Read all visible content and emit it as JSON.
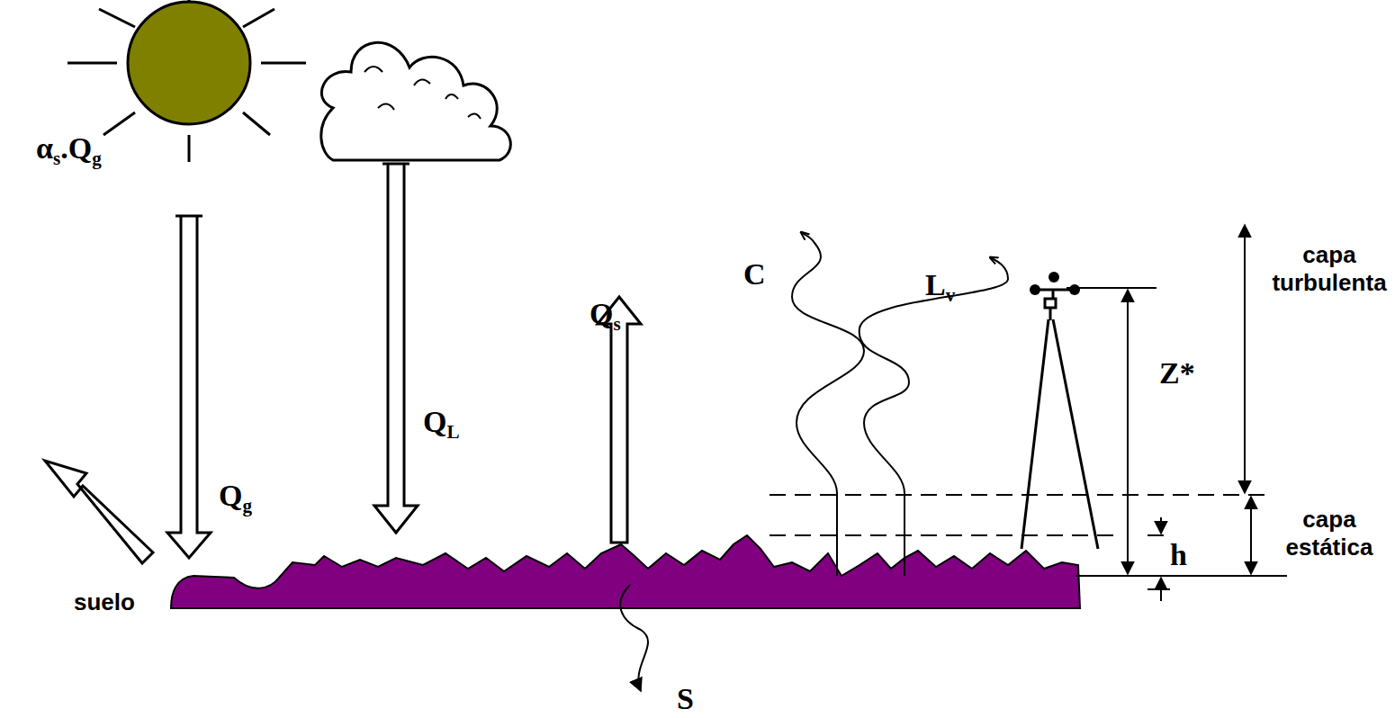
{
  "diagram": {
    "labels": [
      "αs.Qg",
      "Qg",
      "QL",
      "Qs",
      "C",
      "Lv",
      "Z*",
      "h",
      "S",
      "suelo",
      "capa turbulenta",
      "capa estática"
    ]
  }
}
